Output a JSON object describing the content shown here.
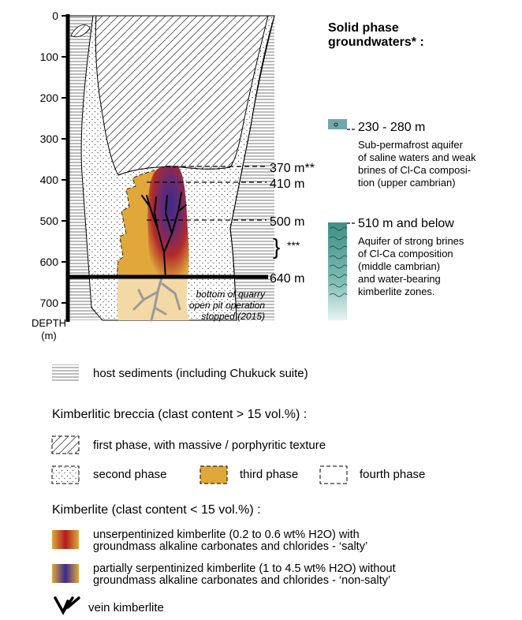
{
  "axis": {
    "ticks": [
      "0",
      "100",
      "200",
      "300",
      "400",
      "500",
      "600",
      "700"
    ],
    "label_line1": "DEPTH",
    "label_line2": "(m)"
  },
  "depth_markers": {
    "m370": "370 m**",
    "m410": "410 m",
    "m500": "500 m",
    "bracket_note": "***",
    "m640": "640 m"
  },
  "quarry_note": {
    "line1": "bottom of quarry",
    "line2": "open pit operation",
    "line3": "stopped (2015)"
  },
  "groundwater": {
    "title_line1": "Solid phase",
    "title_line2": "groundwaters* :",
    "aquifer1_depth": "230 - 280 m",
    "aquifer1_desc": [
      "Sub-permafrost aquifer",
      "of saline waters and weak",
      "brines of Cl-Ca composi-",
      "tion (upper cambrian)"
    ],
    "aquifer2_depth": "510 m and below",
    "aquifer2_desc": [
      "Aquifer of strong brines",
      "of Cl-Ca composition",
      "(middle cambrian)",
      "and water-bearing",
      "kimberlite zones."
    ],
    "color_aquifer1": "#6fa8ab",
    "color_aquifer2": "#3f8f86"
  },
  "legend": {
    "host": "host sediments (including Chukuck suite)",
    "breccia_heading": "Kimberlitic breccia (clast content > 15 vol.%) :",
    "first_phase": "first phase, with massive / porphyritic texture",
    "second_phase": "second phase",
    "third_phase": "third phase",
    "fourth_phase": "fourth phase",
    "kimberlite_heading": "Kimberlite (clast content < 15 vol.%)  :",
    "unserp_line1": "unserpentinized kimberlite (0.2 to 0.6 wt% H2O) with",
    "unserp_line2": "groundmass alkaline carbonates and chlorides - ‘salty’",
    "partial_line1": "partially serpentinized kimberlite (1 to 4.5 wt% H2O) without",
    "partial_line2": "groundmass alkaline carbonates and chlorides - ‘non-salty’",
    "vein": "vein kimberlite"
  },
  "colors": {
    "third_phase": "#e0a83a",
    "salty_dark": "#b01c1c",
    "nonsalty_dark": "#3a2a8c",
    "host_pale": "#f2d9a6"
  }
}
